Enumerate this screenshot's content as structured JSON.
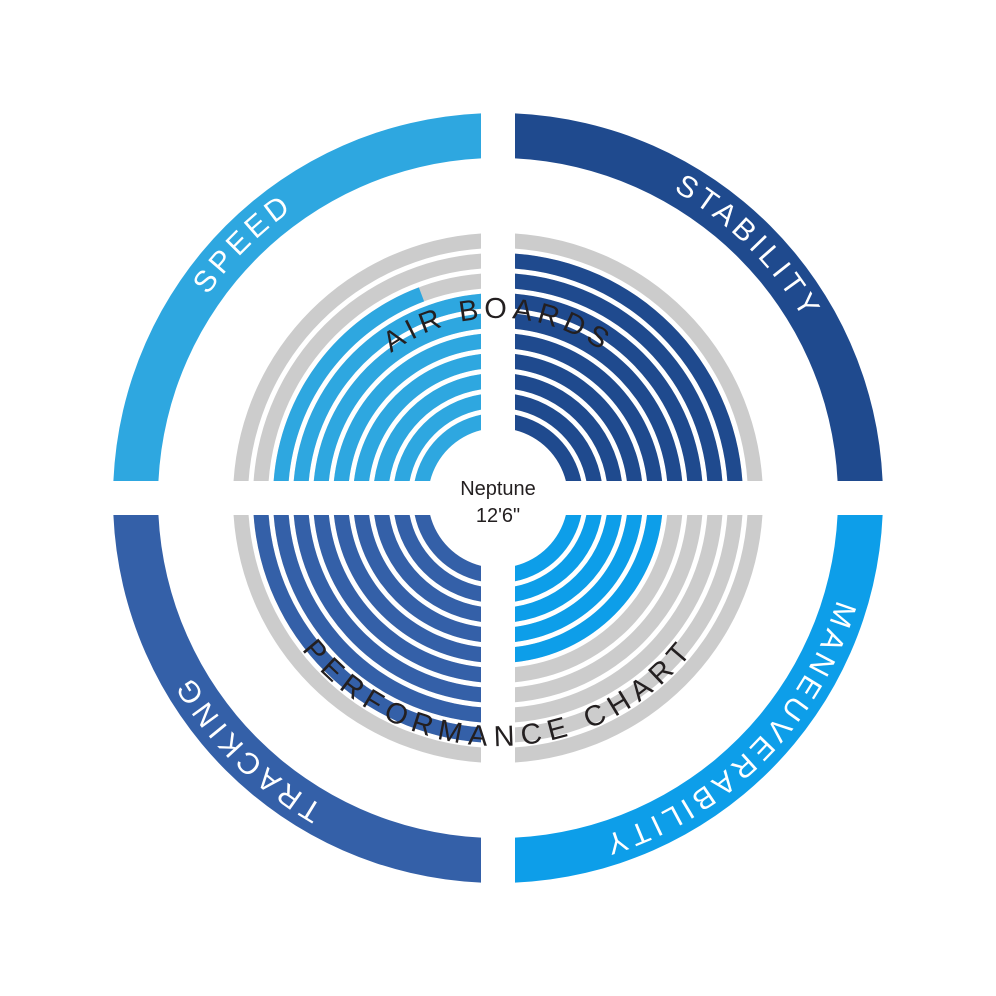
{
  "chart_data": {
    "type": "radial-bar",
    "title": "AIR BOARDS",
    "subtitle": "PERFORMANCE CHART",
    "center_label": [
      "Neptune",
      "12'6\""
    ],
    "scale_max": 10,
    "segments_per_quadrant": 10,
    "series": [
      {
        "name": "SPEED",
        "quadrant": "top-left",
        "value": 7.8,
        "color": "#2ea7e0"
      },
      {
        "name": "STABILITY",
        "quadrant": "top-right",
        "value": 9,
        "color": "#1f4a8e"
      },
      {
        "name": "TRACKING",
        "quadrant": "bottom-left",
        "value": 9,
        "color": "#3460a8"
      },
      {
        "name": "MANEUVERABILITY",
        "quadrant": "bottom-right",
        "value": 5,
        "color": "#0d9ee9"
      }
    ],
    "track_color": "#cccccc",
    "background": "#ffffff"
  }
}
